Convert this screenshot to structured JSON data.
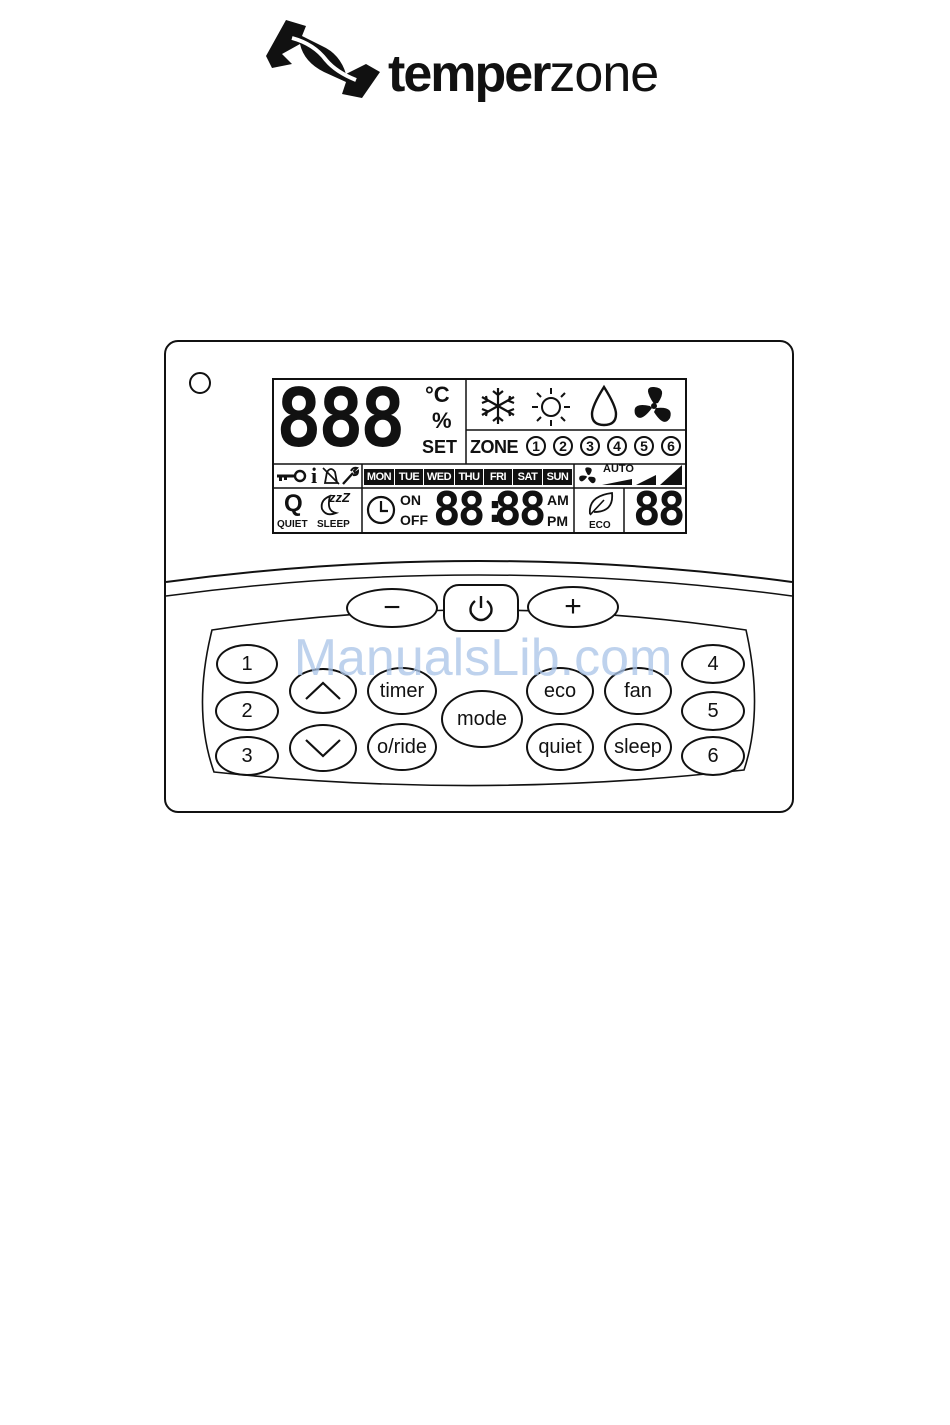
{
  "brand": {
    "name_main": "temper",
    "name_zone": "zone"
  },
  "lcd": {
    "main_digits": "888",
    "unit_c": "°C",
    "unit_percent": "%",
    "set_label": "SET",
    "zone_label": "ZONE",
    "zones": [
      "1",
      "2",
      "3",
      "4",
      "5",
      "6"
    ],
    "days": [
      "MON",
      "TUE",
      "WED",
      "THU",
      "FRI",
      "SAT",
      "SUN"
    ],
    "fan_auto": "AUTO",
    "info_symbol": "i",
    "quiet_letter": "Q",
    "quiet_label": "QUIET",
    "sleep_z": "zzZ",
    "sleep_label": "SLEEP",
    "timer_on": "ON",
    "timer_off": "OFF",
    "clock_hours": "88",
    "clock_minutes": "88",
    "am": "AM",
    "pm": "PM",
    "eco_label": "ECO",
    "small_digits": "88"
  },
  "keys": {
    "minus": "−",
    "plus": "+",
    "zone1": "1",
    "zone2": "2",
    "zone3": "3",
    "zone4": "4",
    "zone5": "5",
    "zone6": "6",
    "timer": "timer",
    "oride": "o/ride",
    "mode": "mode",
    "eco": "eco",
    "fan": "fan",
    "quiet": "quiet",
    "sleep": "sleep"
  },
  "watermark": "ManualsLib.com",
  "icons": [
    "brand-logo-icon",
    "snowflake-icon",
    "sun-icon",
    "drop-icon",
    "fan-icon",
    "key-icon",
    "bell-icon",
    "wrench-icon",
    "clock-icon",
    "leaf-icon",
    "moon-icon",
    "power-icon",
    "chevron-up-icon",
    "chevron-down-icon"
  ]
}
